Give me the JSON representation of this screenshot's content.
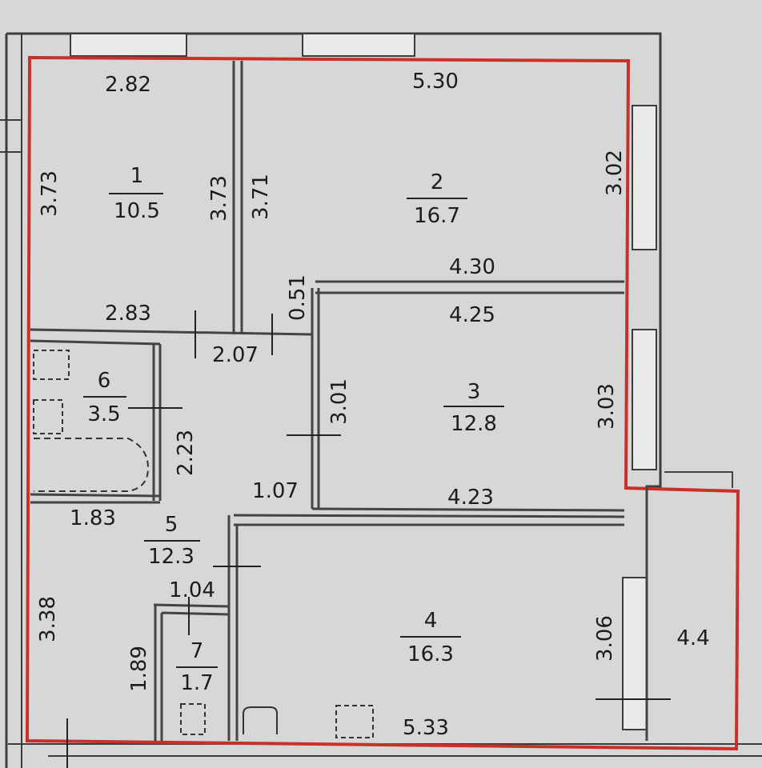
{
  "rooms": [
    {
      "number": "1",
      "area": "10.5"
    },
    {
      "number": "2",
      "area": "16.7"
    },
    {
      "number": "3",
      "area": "12.8"
    },
    {
      "number": "4",
      "area": "16.3"
    },
    {
      "number": "5",
      "area": "12.3"
    },
    {
      "number": "6",
      "area": "3.5"
    },
    {
      "number": "7",
      "area": "1.7"
    }
  ],
  "balcony": {
    "area": "4.4"
  },
  "dimensions": {
    "r1_top": "2.82",
    "r1_left": "3.73",
    "r1_right": "3.73",
    "r1_bottom": "2.83",
    "r2_top": "5.30",
    "r2_left": "3.71",
    "r2_right": "3.02",
    "r2_bottom": "4.30",
    "partition": "0.51",
    "r3_top": "4.25",
    "r3_left": "3.01",
    "r3_right": "3.03",
    "r3_bottom": "4.23",
    "corridor_top": "2.07",
    "corridor_side": "2.23",
    "corridor_mid": "1.07",
    "r5_top": "1.83",
    "r5_left": "3.38",
    "r7_top": "1.04",
    "r7_left": "1.89",
    "r4_right": "3.06",
    "r4_bottom": "5.33"
  }
}
